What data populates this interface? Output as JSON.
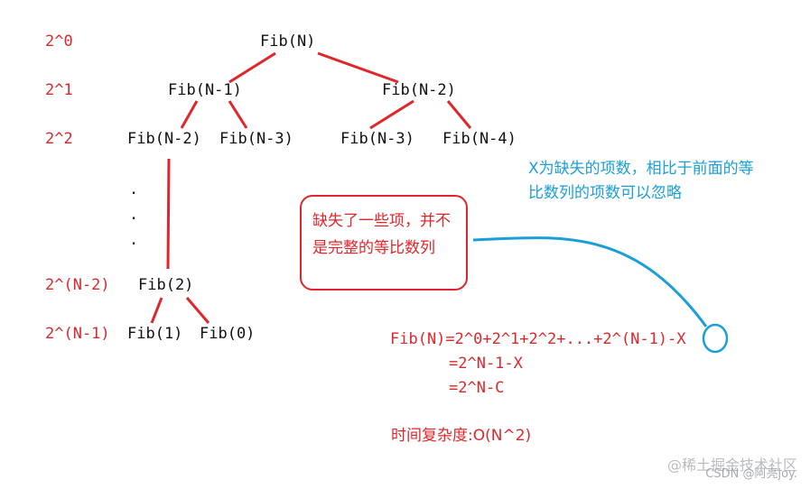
{
  "levels": [
    "2^0",
    "2^1",
    "2^2",
    "2^(N-2)",
    "2^(N-1)"
  ],
  "nodes": {
    "root": "Fib(N)",
    "n1": "Fib(N-1)",
    "n2": "Fib(N-2)",
    "n1_left": "Fib(N-2)",
    "n1_right": "Fib(N-3)",
    "n2_left": "Fib(N-3)",
    "n2_right": "Fib(N-4)",
    "fib2": "Fib(2)",
    "fib1": "Fib(1)",
    "fib0": "Fib(0)"
  },
  "ellipsis": [
    ".",
    ".",
    "."
  ],
  "missing_note": "缺失了一些项，并不是完整的等比数列",
  "x_note": "X为缺失的项数，相比于前面的等比数列的项数可以忽略",
  "formula": {
    "line1": "Fib(N)=2^0+2^1+2^2+...+2^(N-1)-X",
    "line2": "=2^N-1-X",
    "line3": "=2^N-C"
  },
  "complexity": "时间复杂度:O(N^2)",
  "watermark": {
    "line1": "@稀土掘金技术社区",
    "line2": "CSDN @阿亮joy."
  },
  "colors": {
    "accent_red": "#e0262b",
    "note_blue": "#1a9fd6",
    "text_black": "#111111"
  }
}
